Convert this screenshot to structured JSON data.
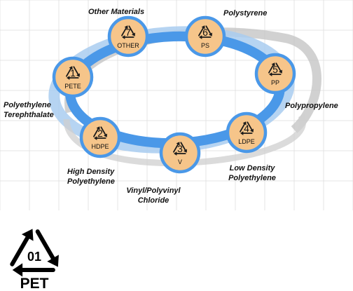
{
  "codes": [
    {
      "number": "1",
      "abbr": "PETE",
      "name_lines": [
        "Polyethylene",
        "Terephthalate"
      ]
    },
    {
      "number": "2",
      "abbr": "HDPE",
      "name_lines": [
        "High Density",
        "Polyethylene"
      ]
    },
    {
      "number": "3",
      "abbr": "V",
      "name_lines": [
        "Vinyl/Polyvinyl",
        "Chloride"
      ]
    },
    {
      "number": "4",
      "abbr": "LDPE",
      "name_lines": [
        "Low Density",
        "Polyethylene"
      ]
    },
    {
      "number": "5",
      "abbr": "PP",
      "name_lines": [
        "Polypropylene"
      ]
    },
    {
      "number": "6",
      "abbr": "PS",
      "name_lines": [
        "Polystyrene"
      ]
    },
    {
      "number": "7",
      "abbr": "OTHER",
      "name_lines": [
        "Other Materials"
      ]
    }
  ],
  "badge": {
    "number": "01",
    "abbr": "PET"
  },
  "colors": {
    "ring": "#4a98e8",
    "ring_light": "#a9cdf0",
    "swoosh": "#c6c6c6",
    "circle_fill": "#f6c58a",
    "circle_stroke": "#4a98e8",
    "grid": "#d6d6d6"
  }
}
